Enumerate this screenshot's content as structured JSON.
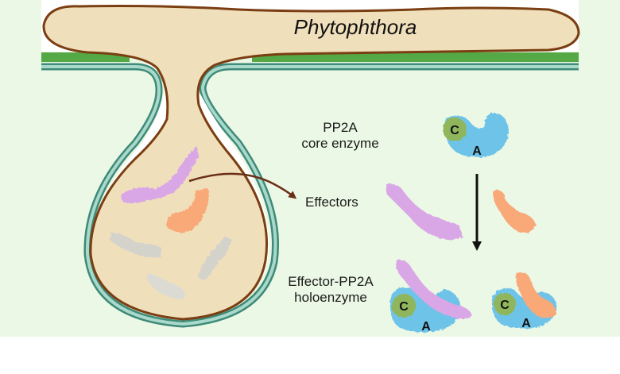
{
  "figure": {
    "title": "Phytophthora",
    "labels": {
      "core_line1": "PP2A",
      "core_line2": "core enzyme",
      "effectors": "Effectors",
      "holo_line1": "Effector-PP2A",
      "holo_line2": "holoenzyme"
    },
    "subunits": {
      "catalytic": "C",
      "scaffold": "A"
    },
    "colors": {
      "background": "#ebf8e6",
      "pathogen_fill": "#f0dfbb",
      "pathogen_outline": "#7a3e12",
      "plant_cell_wall": "#55a846",
      "plasma_membrane": "#8fc8b6",
      "membrane_outline": "#3f8a78",
      "effector_purple": "#d9a6e6",
      "effector_orange": "#f9a878",
      "effector_gray": "#d3d3cc",
      "subunit_A_blue": "#6ec3e8",
      "subunit_C_green": "#8fb65c",
      "arrow_brown": "#6b2f17",
      "arrow_black": "#111111"
    }
  }
}
